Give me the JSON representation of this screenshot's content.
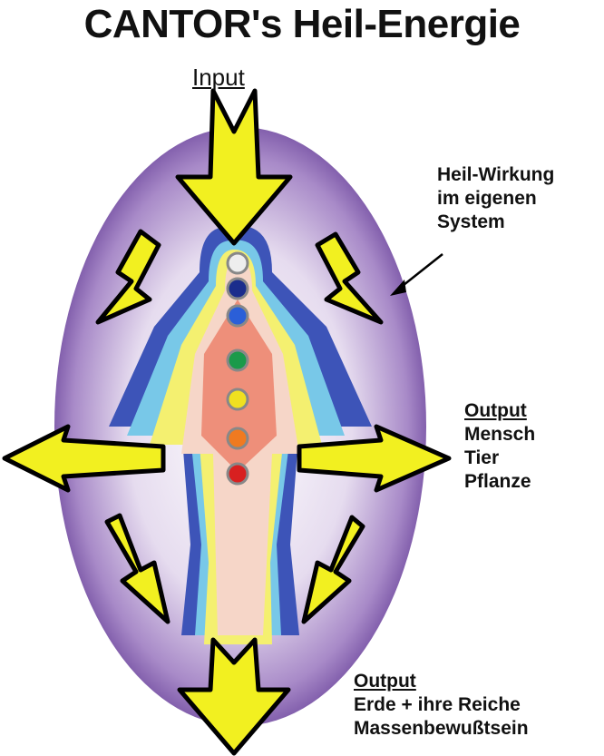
{
  "title": "CANTOR's Heil-Energie",
  "input_label": "Input",
  "heil_wirkung": [
    "Heil-Wirkung",
    "im eigenen",
    "System"
  ],
  "output_1": {
    "heading": "Output",
    "lines": [
      "Mensch",
      "Tier",
      "Pflanze"
    ]
  },
  "output_2": {
    "heading": "Output",
    "lines": [
      "Erde + ihre Reiche",
      "Massenbewußtsein"
    ]
  },
  "colors": {
    "aura": "#9b7fc0",
    "arrow_fill": "#f2f020",
    "arrow_outline": "#000000"
  }
}
